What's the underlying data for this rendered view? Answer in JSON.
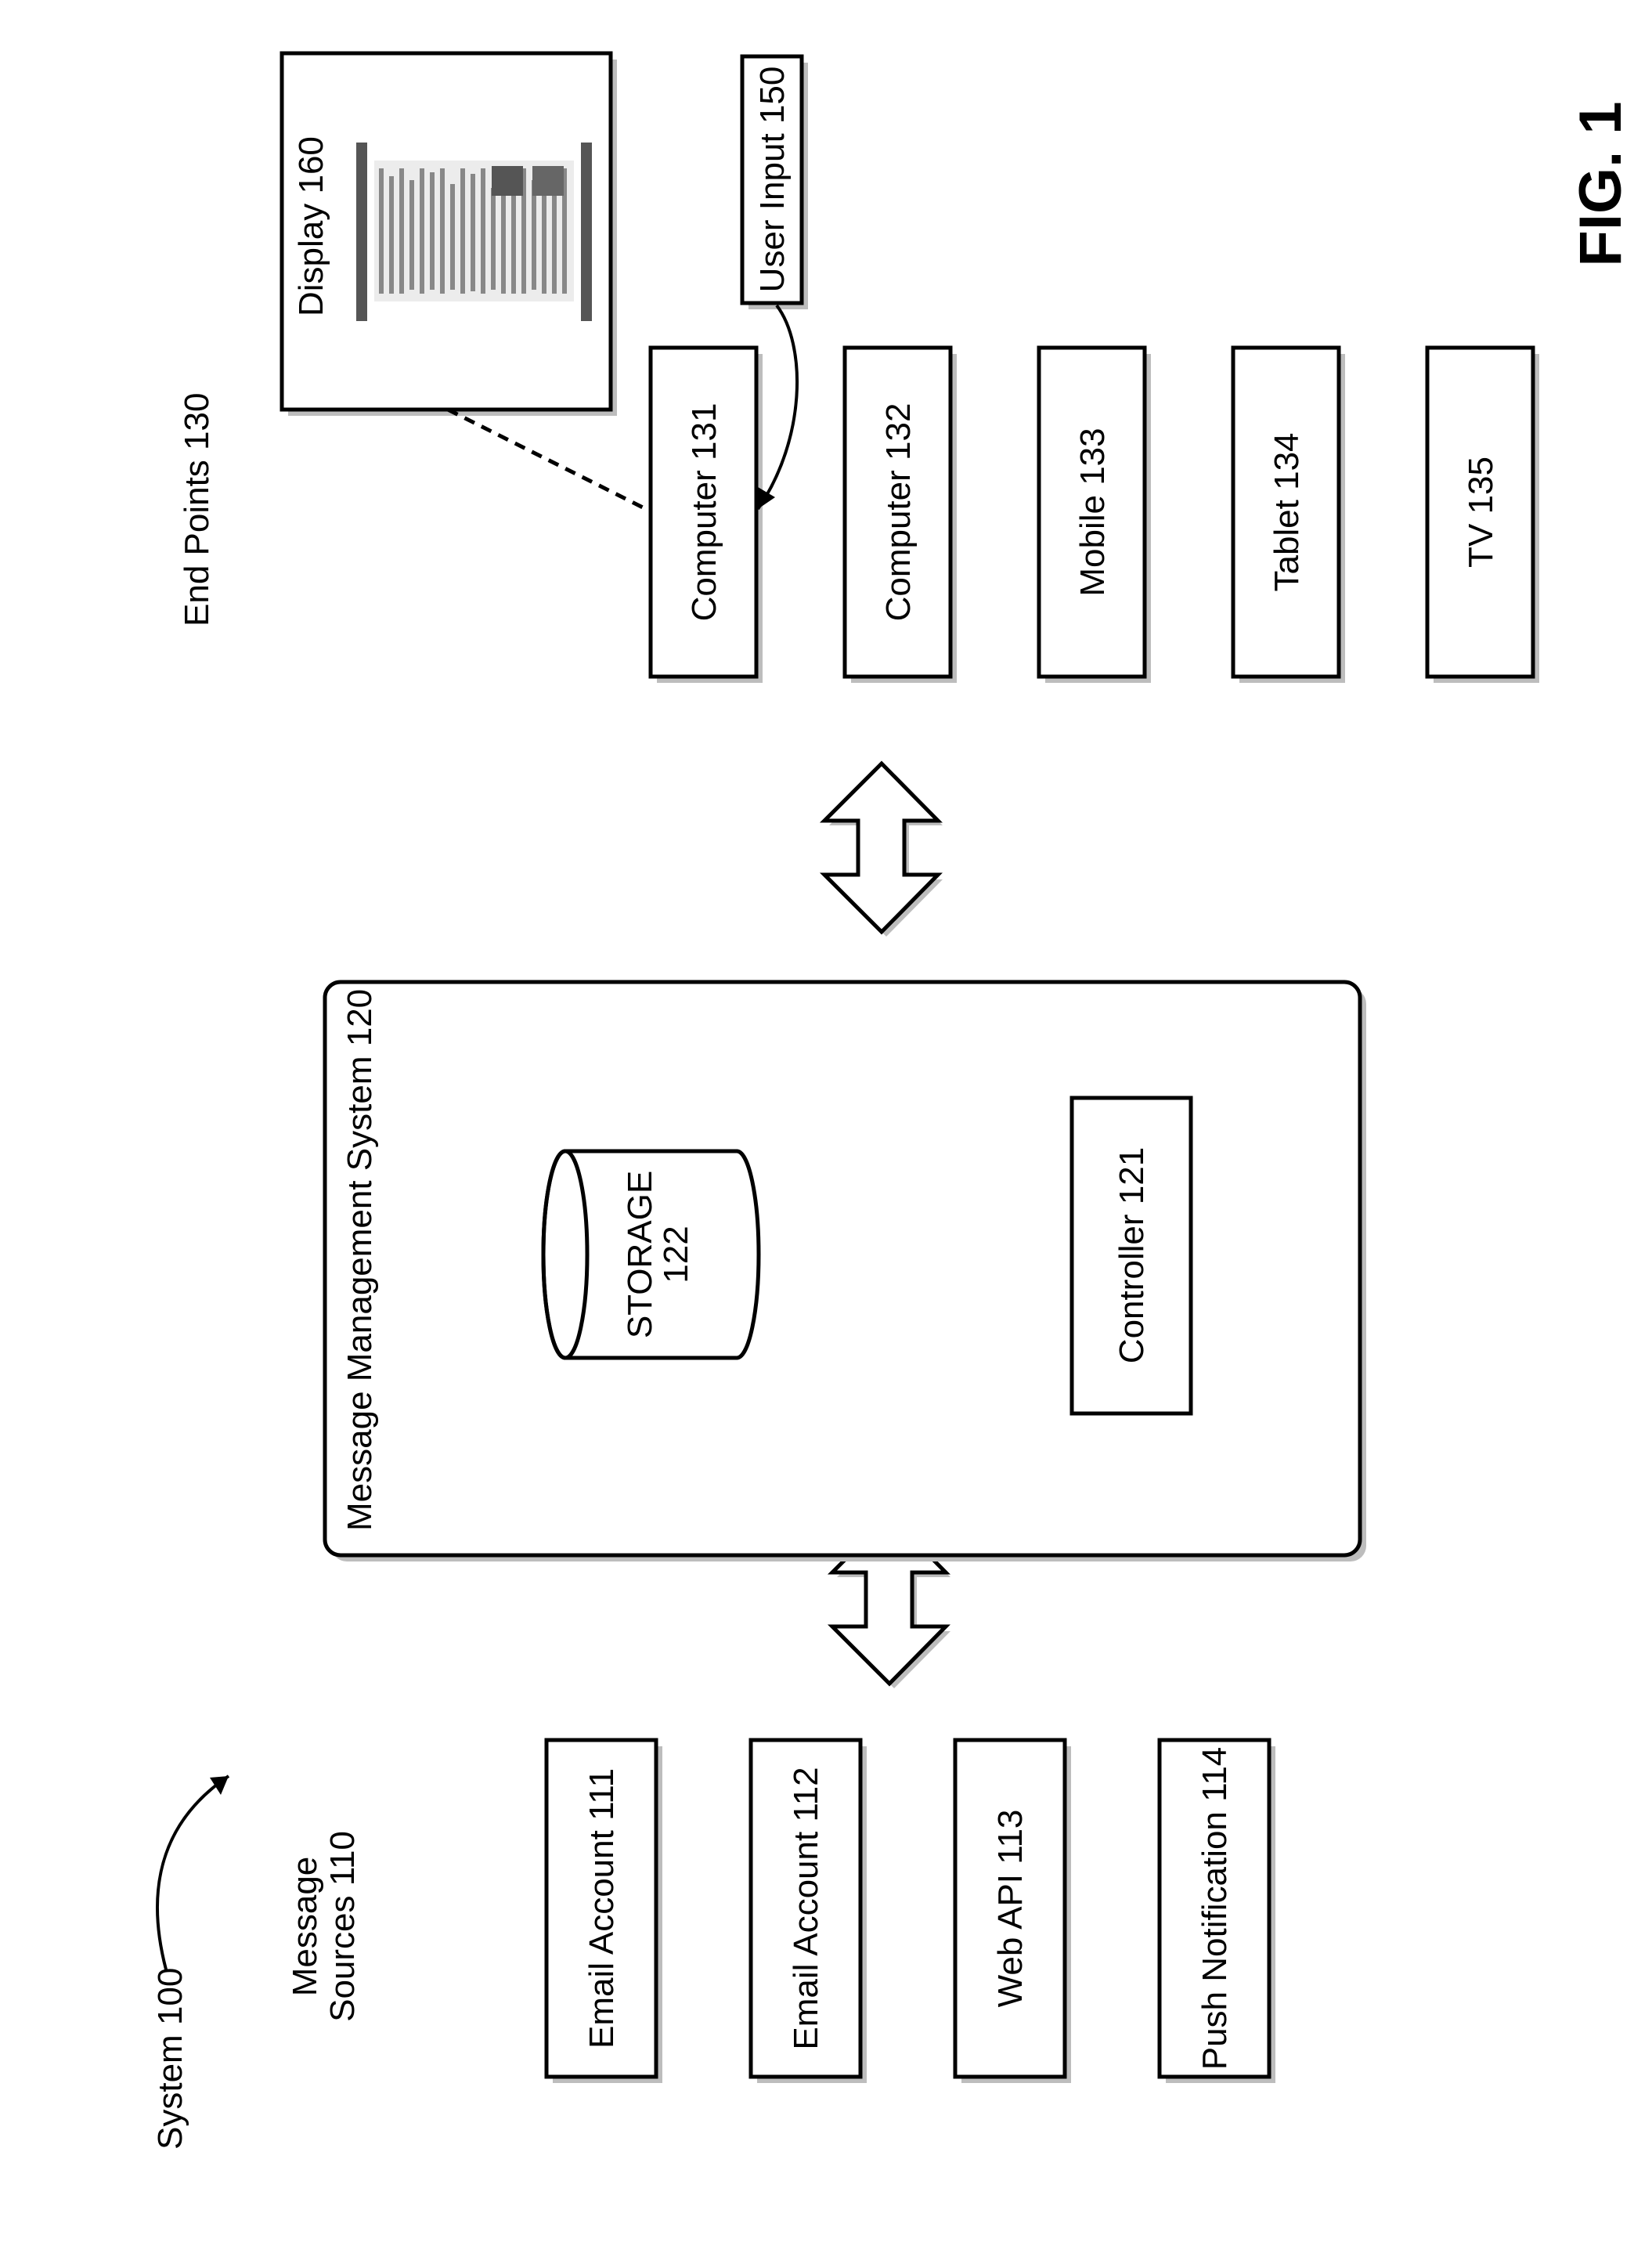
{
  "figure": {
    "label": "FIG. 1",
    "system_label": "System 100"
  },
  "message_sources": {
    "title_line1": "Message",
    "title_line2": "Sources 110",
    "items": [
      {
        "label": "Email Account 111"
      },
      {
        "label": "Email Account 112"
      },
      {
        "label": "Web API 113"
      },
      {
        "label": "Push Notification 114"
      }
    ]
  },
  "mms": {
    "title": "Message Management System 120",
    "storage_line1": "STORAGE",
    "storage_line2": "122",
    "controller": "Controller 121"
  },
  "end_points": {
    "title": "End Points 130",
    "items": [
      {
        "label": "Computer 131"
      },
      {
        "label": "Computer 132"
      },
      {
        "label": "Mobile 133"
      },
      {
        "label": "Tablet 134"
      },
      {
        "label": "TV 135"
      }
    ],
    "display": "Display 160",
    "user_input": "User Input 150"
  },
  "colors": {
    "ink": "#000000",
    "shadow": "#bdbdbd",
    "background": "#ffffff"
  }
}
